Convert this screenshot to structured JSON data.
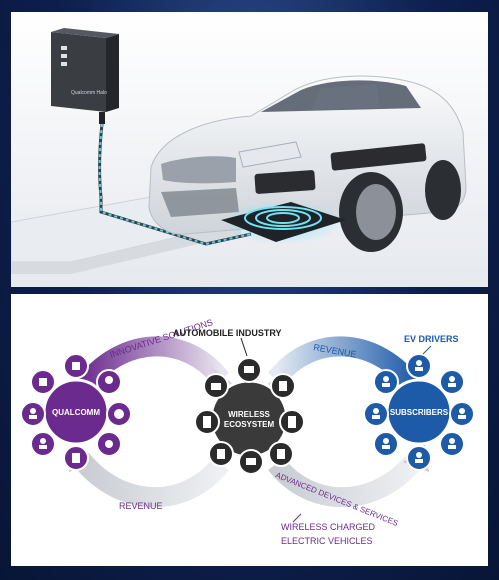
{
  "top_panel": {
    "device_brand": "Qualcomm Halo"
  },
  "diagram": {
    "center_label_1": "WIRELESS",
    "center_label_2": "ECOSYSTEM",
    "left_node": "QUALCOMM",
    "right_node": "SUBSCRIBERS",
    "top_label": "AUTOMOBILE INDUSTRY",
    "top_right_label": "EV DRIVERS",
    "arc_top_left": "INNOVATIVE SOLUTIONS",
    "arc_top_right": "REVENUE",
    "arc_bottom_left": "REVENUE",
    "arc_bottom_right": "ADVANCED DEVICES & SERVICES",
    "bottom_label_1": "WIRELESS CHARGED",
    "bottom_label_2": "ELECTRIC VEHICLES",
    "colors": {
      "purple": "#6b2a8e",
      "blue": "#1d5aa8",
      "dark": "#333333"
    }
  }
}
